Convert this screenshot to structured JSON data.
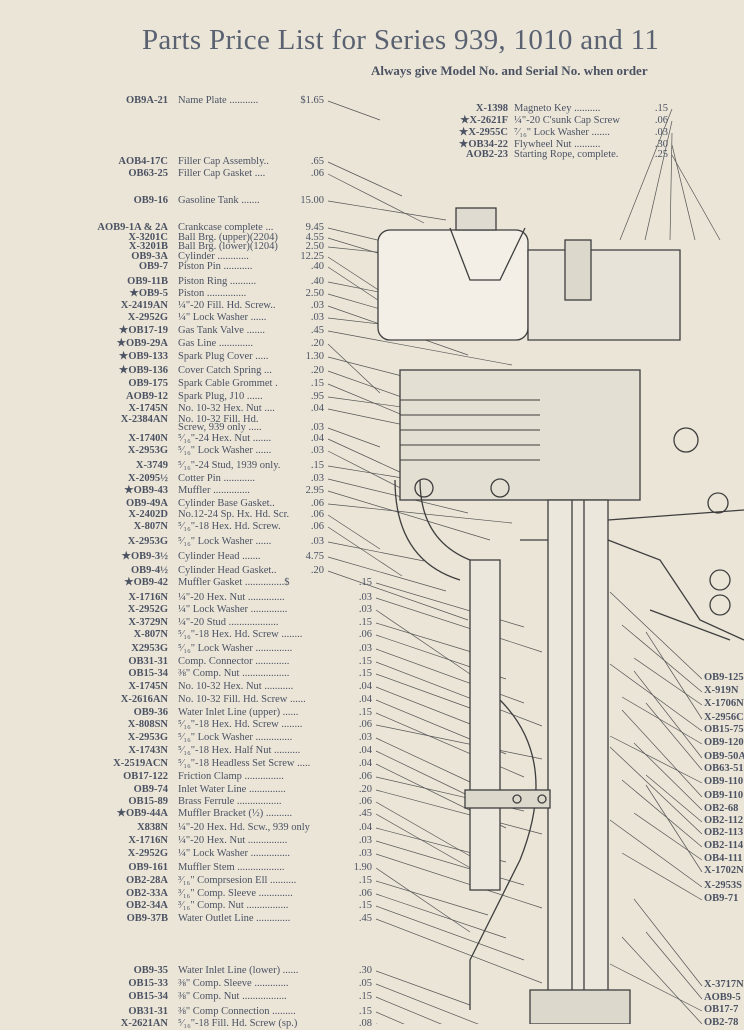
{
  "header": {
    "title": "Parts Price List for Series 939, 1010 and 11",
    "subtitle": "Always give Model No. and Serial No. when order"
  },
  "parts_left": [
    {
      "part": "OB9A-21",
      "desc": "Name Plate ...........",
      "price": "$1.65"
    },
    {
      "part": "AOB4-17C",
      "desc": "Filler Cap Assembly..",
      "price": ".65"
    },
    {
      "part": "OB63-25",
      "desc": "Filler Cap Gasket ....",
      "price": ".06"
    },
    {
      "part": "OB9-16",
      "desc": "Gasoline Tank .......",
      "price": "15.00"
    },
    {
      "part": "AOB9-1A & 2A",
      "desc": "Crankcase complete ...",
      "price": "9.45"
    },
    {
      "part": "X-3201C",
      "desc": "Ball Brg. (upper)(2204)",
      "price": "4.55"
    },
    {
      "part": "X-3201B",
      "desc": "Ball Brg. (lower)(1204)",
      "price": "2.50"
    },
    {
      "part": "OB9-3A",
      "desc": "Cylinder ............",
      "price": "12.25"
    },
    {
      "part": "OB9-7",
      "desc": "Piston Pin ...........",
      "price": ".40"
    },
    {
      "part": "OB9-11B",
      "desc": "Piston Ring ..........",
      "price": ".40"
    },
    {
      "part": "★OB9-5",
      "desc": "Piston ...............",
      "price": "2.50"
    },
    {
      "part": "X-2419AN",
      "desc": "¼\"-20 Fill. Hd. Screw..",
      "price": ".03"
    },
    {
      "part": "X-2952G",
      "desc": "¼\" Lock Washer ......",
      "price": ".03"
    },
    {
      "part": "★OB17-19",
      "desc": "Gas Tank Valve .......",
      "price": ".45"
    },
    {
      "part": "★OB9-29A",
      "desc": "Gas Line .............",
      "price": ".20"
    },
    {
      "part": "★OB9-133",
      "desc": "Spark Plug Cover .....",
      "price": "1.30"
    },
    {
      "part": "★OB9-136",
      "desc": "Cover Catch Spring ...",
      "price": ".20"
    },
    {
      "part": "OB9-175",
      "desc": "Spark Cable Grommet .",
      "price": ".15"
    },
    {
      "part": "AOB9-12",
      "desc": "Spark Plug, J10 ......",
      "price": ".95"
    },
    {
      "part": "X-1745N",
      "desc": "No. 10-32 Hex. Nut ....",
      "price": ".04"
    },
    {
      "part": "X-2384AN",
      "desc": "No. 10-32 Fill. Hd.",
      "price": ""
    },
    {
      "part": "",
      "desc": "     Screw, 939 only .....",
      "price": ".03"
    },
    {
      "part": "X-1740N",
      "desc": "⁵⁄₁₆\"-24 Hex. Nut .......",
      "price": ".04"
    },
    {
      "part": "X-2953G",
      "desc": "⁵⁄₁₆\" Lock Washer ......",
      "price": ".03"
    },
    {
      "part": "X-3749",
      "desc": "⁵⁄₁₆\"-24 Stud, 1939 only.",
      "price": ".15"
    },
    {
      "part": "X-2095½",
      "desc": "Cotter Pin ............",
      "price": ".03"
    },
    {
      "part": "★OB9-43",
      "desc": "Muffler ..............",
      "price": "2.95"
    },
    {
      "part": "OB9-49A",
      "desc": "Cylinder Base Gasket..",
      "price": ".06"
    },
    {
      "part": "X-2402D",
      "desc": "No.12-24 Sp. Hx. Hd. Scr.",
      "price": ".06"
    },
    {
      "part": "X-807N",
      "desc": "⁵⁄₁₆\"-18 Hex. Hd. Screw.",
      "price": ".06"
    },
    {
      "part": "X-2953G",
      "desc": "⁵⁄₁₆\" Lock Washer ......",
      "price": ".03"
    },
    {
      "part": "★OB9-3½",
      "desc": "Cylinder Head .......",
      "price": "4.75"
    },
    {
      "part": "OB9-4½",
      "desc": "Cylinder Head Gasket..",
      "price": ".20"
    },
    {
      "part": "★OB9-42",
      "desc": "Muffler Gasket ...............$",
      "price": ".15"
    },
    {
      "part": "X-1716N",
      "desc": "¼\"-20 Hex. Nut ..............",
      "price": ".03"
    },
    {
      "part": "X-2952G",
      "desc": "¼\" Lock Washer ..............",
      "price": ".03"
    },
    {
      "part": "X-3729N",
      "desc": "¼\"-20 Stud ...................",
      "price": ".15"
    },
    {
      "part": "X-807N",
      "desc": "⁵⁄₁₆\"-18 Hex. Hd. Screw ........",
      "price": ".06"
    },
    {
      "part": "X2953G",
      "desc": "⁵⁄₁₆\" Lock Washer ..............",
      "price": ".03"
    },
    {
      "part": "OB31-31",
      "desc": "Comp. Connector .............",
      "price": ".15"
    },
    {
      "part": "OB15-34",
      "desc": "⅜\" Comp. Nut ..................",
      "price": ".15"
    },
    {
      "part": "X-1745N",
      "desc": "No. 10-32 Hex. Nut ...........",
      "price": ".04"
    },
    {
      "part": "X-2616AN",
      "desc": "No. 10-32 Fill. Hd. Screw ......",
      "price": ".04"
    },
    {
      "part": "OB9-36",
      "desc": "Water Inlet Line (upper) ......",
      "price": ".15"
    },
    {
      "part": "X-808SN",
      "desc": "⁵⁄₁₆\"-18 Hex. Hd. Screw ........",
      "price": ".06"
    },
    {
      "part": "X-2953G",
      "desc": "⁵⁄₁₆\" Lock Washer ..............",
      "price": ".03"
    },
    {
      "part": "X-1743N",
      "desc": "⁵⁄₁₆\"-18 Hex. Half Nut ..........",
      "price": ".04"
    },
    {
      "part": "X-2519ACN",
      "desc": "⁵⁄₁₆\"-18 Headless Set Screw .....",
      "price": ".04"
    },
    {
      "part": "OB17-122",
      "desc": "Friction Clamp ...............",
      "price": ".06"
    },
    {
      "part": "OB9-74",
      "desc": "Inlet Water Line ..............",
      "price": ".20"
    },
    {
      "part": "OB15-89",
      "desc": "Brass Ferrule .................",
      "price": ".06"
    },
    {
      "part": "★OB9-44A",
      "desc": "Muffler Bracket (½) ..........",
      "price": ".45"
    },
    {
      "part": "X838N",
      "desc": "¼\"-20 Hex. Hd. Scw., 939 only",
      "price": ".04"
    },
    {
      "part": "X-1716N",
      "desc": "¼\"-20 Hex. Nut ...............",
      "price": ".03"
    },
    {
      "part": "X-2952G",
      "desc": "¼\" Lock Washer ...............",
      "price": ".03"
    },
    {
      "part": "OB9-161",
      "desc": "Muffler Stem ..................",
      "price": "1.90"
    },
    {
      "part": "OB2-28A",
      "desc": "³⁄₁₆\" Comprsesion Ell ..........",
      "price": ".15"
    },
    {
      "part": "OB2-33A",
      "desc": "³⁄₁₆\" Comp. Sleeve .............",
      "price": ".06"
    },
    {
      "part": "OB2-34A",
      "desc": "³⁄₁₆\" Comp. Nut ................",
      "price": ".15"
    },
    {
      "part": "OB9-37B",
      "desc": "Water Outlet Line .............",
      "price": ".45"
    },
    {
      "part": "OB9-35",
      "desc": "Water Inlet Line (lower) ......",
      "price": ".30"
    },
    {
      "part": "OB15-33",
      "desc": "⅜\" Comp. Sleeve .............",
      "price": ".05"
    },
    {
      "part": "OB15-34",
      "desc": "⅜\" Comp. Nut .................",
      "price": ".15"
    },
    {
      "part": "OB31-31",
      "desc": "⅜\" Comp Connection .........",
      "price": ".15"
    },
    {
      "part": "X-2621AN",
      "desc": "⁵⁄₁₆\"-18 Fill. Hd. Screw (sp.)",
      "price": ".08"
    }
  ],
  "parts_top_right": [
    {
      "part": "X-1398",
      "desc": "Magneto Key ..........",
      "price": ".15"
    },
    {
      "part": "★X-2621F",
      "desc": "¼\"-20 C'sunk Cap Screw",
      "price": ".06"
    },
    {
      "part": "★X-2955C",
      "desc": "⁷⁄₁₆\" Lock Washer .......",
      "price": ".03"
    },
    {
      "part": "★OB34-22",
      "desc": "Flywheel Nut ..........",
      "price": ".30"
    },
    {
      "part": "AOB2-23",
      "desc": "Starting Rope, complete.",
      "price": ".25"
    }
  ],
  "parts_right_edge": [
    "OB9-125",
    "X-919N",
    "X-1706N",
    "X-2956C",
    "OB15-75",
    "OB9-120",
    "OB9-50A",
    "OB63-51",
    "OB9-110",
    "OB9-110",
    "OB2-68",
    "OB2-112",
    "OB2-113",
    "OB2-114",
    "OB4-111",
    "X-1702N",
    "X-2953S",
    "OB9-71",
    "X-3717N",
    "AOB9-5",
    "OB17-7",
    "OB2-78"
  ]
}
